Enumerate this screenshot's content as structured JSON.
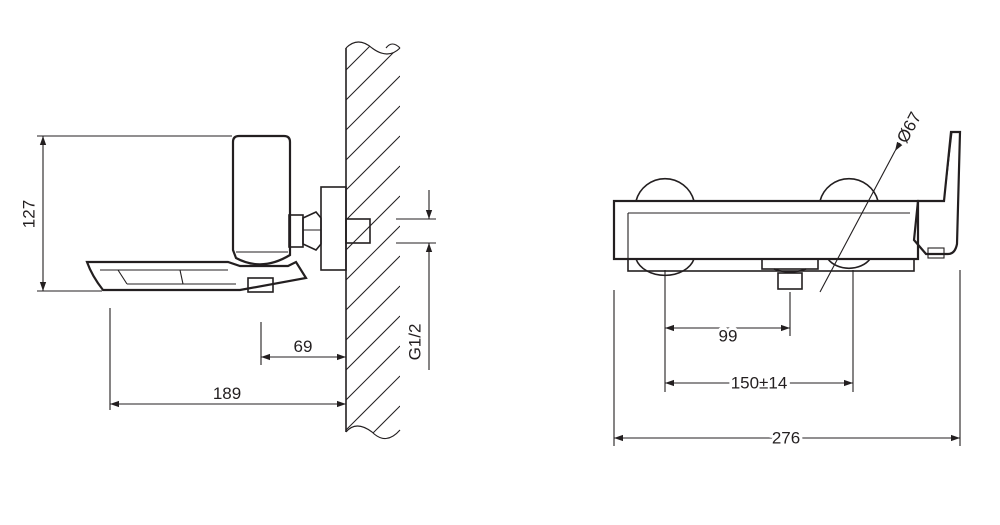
{
  "side_view": {
    "height_label": "127",
    "outlet_offset_label": "69",
    "projection_label": "189",
    "thread_label": "G1/2"
  },
  "front_view": {
    "diameter_label": "Ø67",
    "spout_offset_label": "99",
    "centers_label": "150±14",
    "width_label": "276"
  }
}
